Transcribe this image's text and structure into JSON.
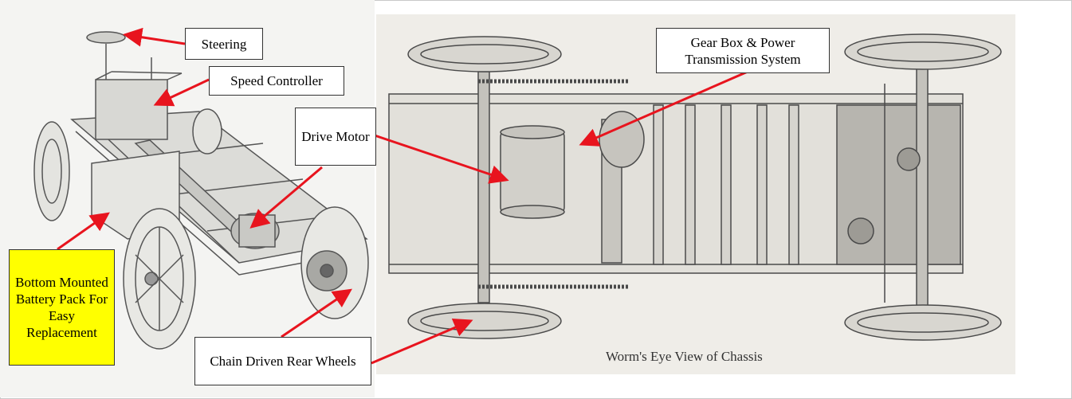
{
  "labels": {
    "steering": "Steering",
    "speed_controller": "Speed Controller",
    "drive_motor": "Drive Motor",
    "gear_box": "Gear Box & Power Transmission System",
    "battery": "Bottom Mounted Battery Pack For Easy Replacement",
    "chain_drive": "Chain Driven Rear Wheels"
  },
  "caption": "Worm's Eye View of Chassis",
  "colors": {
    "arrow": "#e8141e",
    "highlight": "#ffff00",
    "illustration": "#6b6b6b"
  }
}
